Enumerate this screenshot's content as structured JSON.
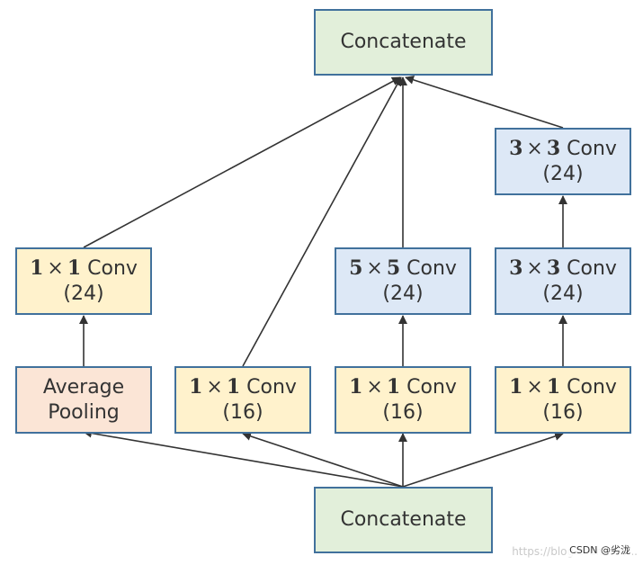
{
  "nodes": {
    "concat_top": {
      "text": "Concatenate"
    },
    "concat_bottom": {
      "text": "Concatenate"
    },
    "pool": {
      "line1": "Average",
      "line2": "Pooling"
    },
    "conv_1x1_24": {
      "k1": "1",
      "times": "×",
      "k2": "1",
      "word": "Conv",
      "channels": "(24)"
    },
    "conv_1x1_16_a": {
      "k1": "1",
      "times": "×",
      "k2": "1",
      "word": "Conv",
      "channels": "(16)"
    },
    "conv_1x1_16_b": {
      "k1": "1",
      "times": "×",
      "k2": "1",
      "word": "Conv",
      "channels": "(16)"
    },
    "conv_1x1_16_c": {
      "k1": "1",
      "times": "×",
      "k2": "1",
      "word": "Conv",
      "channels": "(16)"
    },
    "conv_5x5_24": {
      "k1": "5",
      "times": "×",
      "k2": "5",
      "word": "Conv",
      "channels": "(24)"
    },
    "conv_3x3_24_a": {
      "k1": "3",
      "times": "×",
      "k2": "3",
      "word": "Conv",
      "channels": "(24)"
    },
    "conv_3x3_24_b": {
      "k1": "3",
      "times": "×",
      "k2": "3",
      "word": "Conv",
      "channels": "(24)"
    }
  },
  "watermark": {
    "url": "https://blog.csdn.net/...",
    "badge": "CSDN @劣泷"
  },
  "colors": {
    "border": "#41719c",
    "arrow": "#333333",
    "green": "#e2efda",
    "yellow": "#fff2cc",
    "blue": "#dde8f6",
    "pink": "#fbe5d6"
  }
}
